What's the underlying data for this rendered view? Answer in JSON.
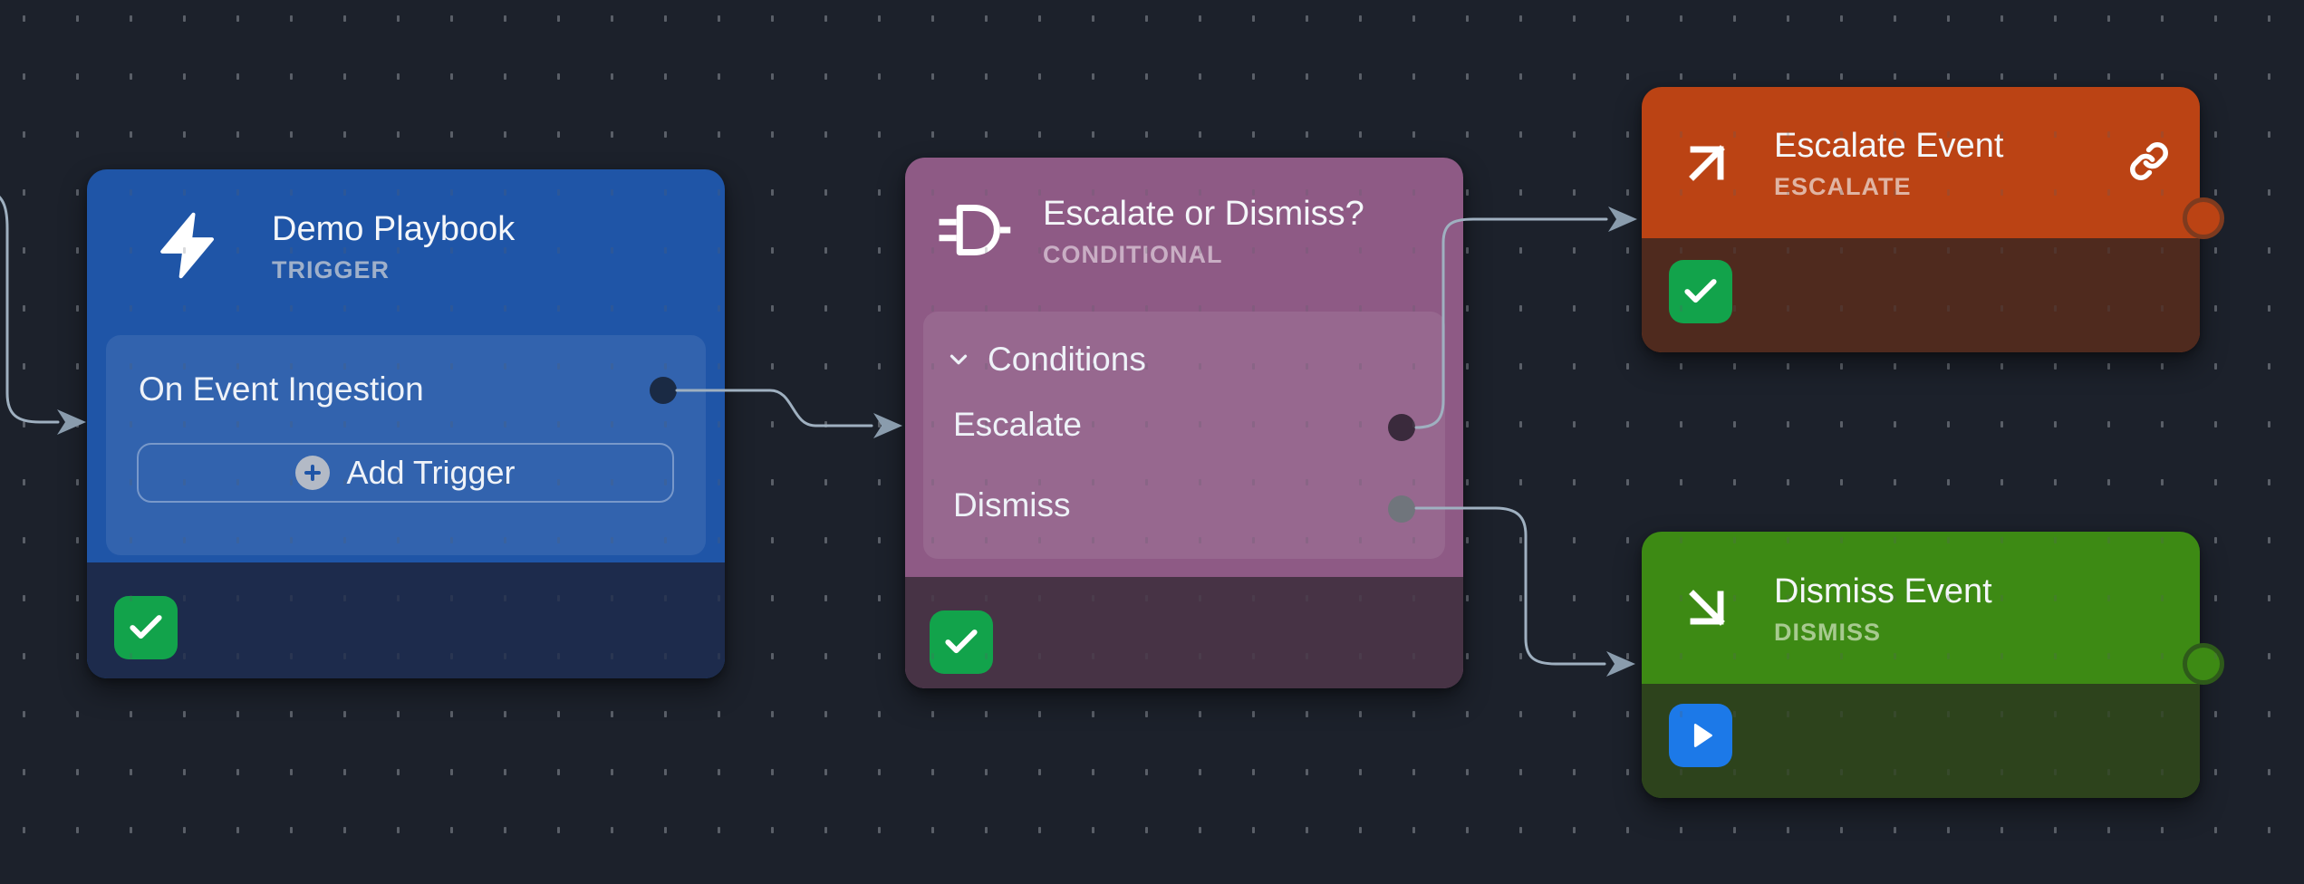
{
  "app": {
    "name": "playbook-flow-canvas"
  },
  "colors": {
    "canvas_bg": "#1c212b",
    "grid_dot": "#5a5f68",
    "edge_line": "#9fb0c0",
    "edge_arrow": "#8a9cad",
    "trigger_header": "#1f55a7",
    "trigger_footer": "#1d2b4c",
    "trigger_subtitle": "#9fb0ca",
    "conditional_header": "#8e5a85",
    "conditional_footer": "#473345",
    "conditional_subtitle": "#c9aec4",
    "escalate_header": "#bb4314",
    "escalate_footer": "#4f2a1e",
    "escalate_subtitle": "#e0b4a3",
    "dismiss_header": "#3d8a14",
    "dismiss_footer": "#2d431c",
    "dismiss_subtitle": "#a7ca8f",
    "badge_success": "#12a34b",
    "badge_play": "#1c79e8",
    "handle_out": "#1a2a44",
    "handle_escalate": "#3a2a3c",
    "handle_dismiss": "#70757c",
    "port_escalate_ring": "#7e3a1e",
    "port_dismiss_ring": "#2e5a1a",
    "plus_circle": "#b3bac6"
  },
  "nodes": [
    {
      "title": "Demo Playbook",
      "type_label": "TRIGGER",
      "icon": "lightning-bolt",
      "trigger_name": "On Event Ingestion",
      "add_trigger_label": "Add Trigger",
      "status_icon": "check"
    },
    {
      "title": "Escalate or Dismiss?",
      "type_label": "CONDITIONAL",
      "icon": "logic-gate",
      "conditions_label": "Conditions",
      "branches": [
        {
          "label": "Escalate"
        },
        {
          "label": "Dismiss"
        }
      ],
      "status_icon": "check"
    },
    {
      "title": "Escalate Event",
      "type_label": "ESCALATE",
      "icon": "arrow-up-right",
      "link_icon": "link",
      "status_icon": "check"
    },
    {
      "title": "Dismiss Event",
      "type_label": "DISMISS",
      "icon": "arrow-down-right",
      "status_icon": "play"
    }
  ],
  "edges": [
    {
      "from": "canvas-left",
      "to": "Demo Playbook"
    },
    {
      "from": "Demo Playbook / On Event Ingestion",
      "to": "Escalate or Dismiss?"
    },
    {
      "from": "Escalate or Dismiss? / Escalate",
      "to": "Escalate Event"
    },
    {
      "from": "Escalate or Dismiss? / Dismiss",
      "to": "Dismiss Event"
    }
  ]
}
